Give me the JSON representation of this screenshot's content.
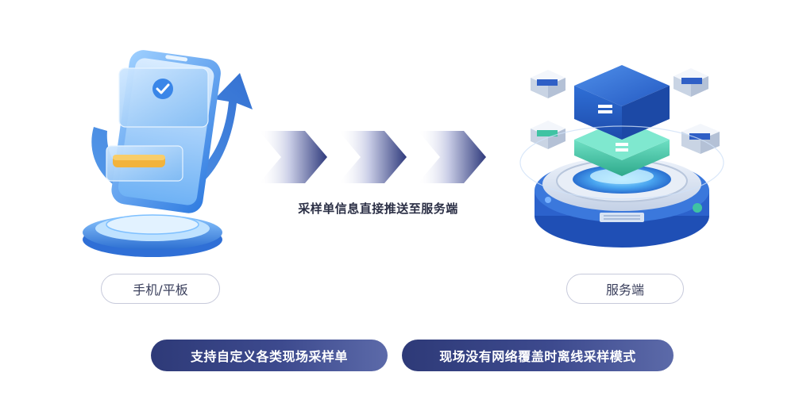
{
  "left_device": {
    "label": "手机/平板"
  },
  "right_device": {
    "label": "服务端"
  },
  "transfer": {
    "caption": "采样单信息直接推送至服务端"
  },
  "features": [
    {
      "label": "支持自定义各类现场采样单"
    },
    {
      "label": "现场没有网络覆盖时离线采样模式"
    }
  ],
  "colors": {
    "accent_dark": "#2e3a78",
    "accent_blue": "#2f6fd6",
    "accent_green": "#3fc3a3",
    "highlight_yellow": "#f2b33c"
  },
  "icons": {
    "phone": "smartphone-tablet-icon",
    "check": "check-icon",
    "server": "server-stack-icon",
    "arrow": "chevron-arrow-icon"
  }
}
